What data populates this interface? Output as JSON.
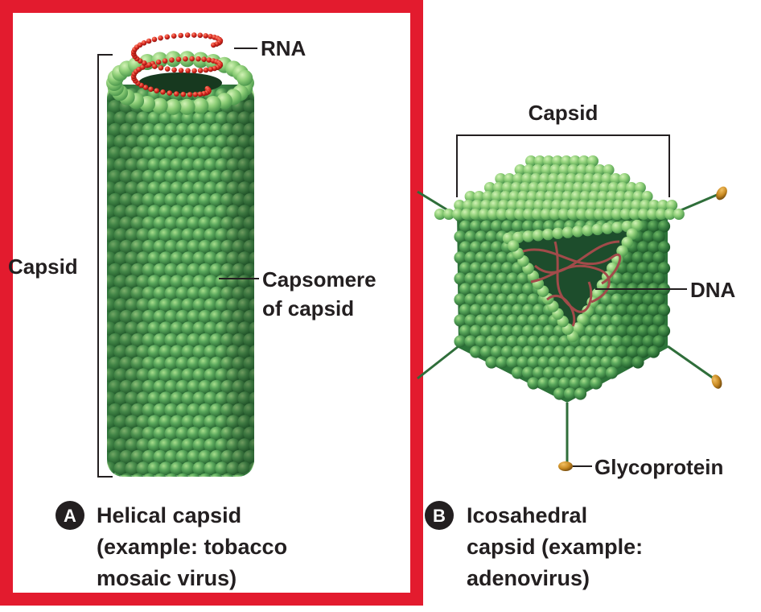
{
  "colors": {
    "highlight_frame": "#e31b2e",
    "capsomere_dark": "#2f7a3c",
    "capsomere_mid": "#4f9d55",
    "capsomere_light": "#93d27f",
    "rna": "#d7261e",
    "dna": "#a14b4a",
    "interior": "#1d4d2c",
    "glycoprotein": "#c98a22",
    "spike": "#2f6e3a",
    "text": "#231f20"
  },
  "panel_a": {
    "badge": "A",
    "caption_lines": [
      "Helical capsid",
      "(example: tobacco",
      "mosaic virus)"
    ],
    "labels": {
      "rna": "RNA",
      "capsid": "Capsid",
      "capsomere_line1": "Capsomere",
      "capsomere_line2": "of capsid"
    }
  },
  "panel_b": {
    "badge": "B",
    "caption_lines": [
      "Icosahedral",
      "capsid (example:",
      "adenovirus)"
    ],
    "labels": {
      "capsid": "Capsid",
      "dna": "DNA",
      "glycoprotein": "Glycoprotein"
    }
  }
}
